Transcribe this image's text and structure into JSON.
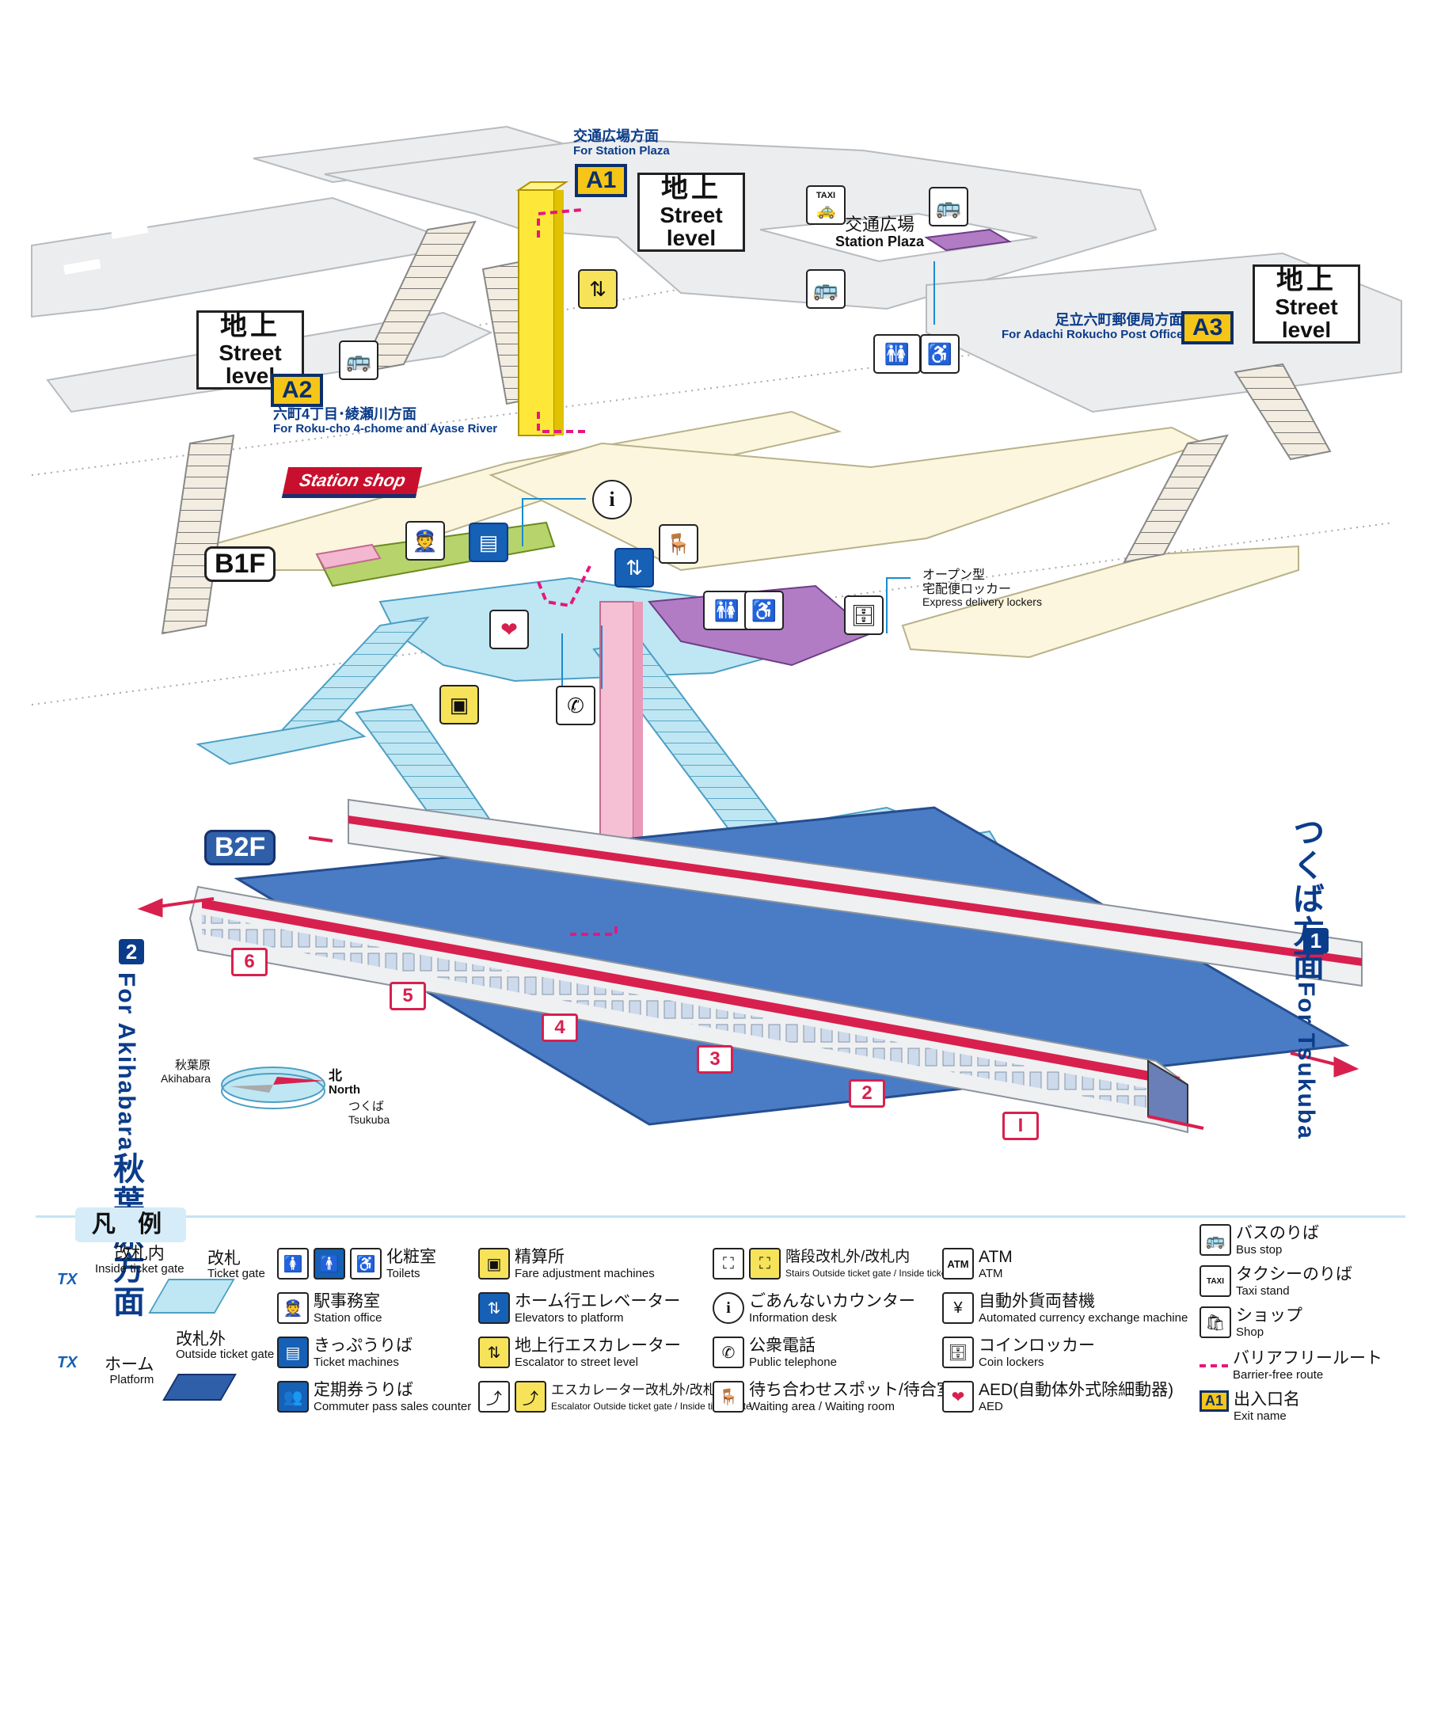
{
  "map": {
    "floors": {
      "b1f": "B1F",
      "b2f": "B2F"
    },
    "street_levels": [
      {
        "jp": "地上",
        "en": "Street level"
      },
      {
        "jp": "地上",
        "en": "Street level"
      },
      {
        "jp": "地上",
        "en": "Street level"
      }
    ],
    "exits": {
      "a1": {
        "name": "A1",
        "jp": "交通広場方面",
        "en": "For Station Plaza"
      },
      "a2": {
        "name": "A2",
        "jp": "六町4丁目･綾瀬川方面",
        "en": "For Roku-cho 4-chome and Ayase River"
      },
      "a3": {
        "name": "A3",
        "jp": "足立六町郵便局方面",
        "en": "For Adachi Rokucho Post Office"
      }
    },
    "station_plaza": {
      "jp": "交通広場",
      "en": "Station Plaza"
    },
    "station_shop": "Station shop",
    "lockers": {
      "jp1": "オープン型",
      "jp2": "宅配便ロッカー",
      "en": "Express delivery lockers"
    },
    "taxi_label": "TAXI",
    "direction_tsukuba": {
      "jp": "つくば方面",
      "en": "For Tsukuba",
      "num": "1"
    },
    "direction_akihabara": {
      "jp": "秋葉原方面",
      "en": "For Akihabara",
      "num": "2"
    },
    "compass": {
      "north_jp": "北",
      "north_en": "North",
      "akihabara_jp": "秋葉原",
      "akihabara_en": "Akihabara",
      "tsukuba_jp": "つくば",
      "tsukuba_en": "Tsukuba"
    },
    "car_numbers": [
      "6",
      "5",
      "4",
      "3",
      "2",
      "I"
    ]
  },
  "legend": {
    "title": "凡 例",
    "gate_inside": {
      "jp": "改札内",
      "en": "Inside ticket gate"
    },
    "gate": {
      "jp": "改札",
      "en": "Ticket gate"
    },
    "gate_outside": {
      "jp": "改札外",
      "en": "Outside ticket gate"
    },
    "platform": {
      "jp": "ホーム",
      "en": "Platform"
    },
    "tx_mark": "TX",
    "items": [
      {
        "jp": "化粧室",
        "en": "Toilets"
      },
      {
        "jp": "駅事務室",
        "en": "Station office"
      },
      {
        "jp": "きっぷうりば",
        "en": "Ticket machines"
      },
      {
        "jp": "定期券うりば",
        "en": "Commuter pass sales counter"
      },
      {
        "jp": "精算所",
        "en": "Fare adjustment machines"
      },
      {
        "jp": "ホーム行エレベーター",
        "en": "Elevators to platform"
      },
      {
        "jp": "地上行エスカレーター",
        "en": "Escalator to street level"
      },
      {
        "jp": "エスカレーター改札外/改札内",
        "en": "Escalator Outside ticket gate / Inside ticket gate"
      },
      {
        "jp": "階段改札外/改札内",
        "en": "Stairs Outside ticket gate / Inside ticket gate"
      },
      {
        "jp": "ごあんないカウンター",
        "en": "Information desk"
      },
      {
        "jp": "公衆電話",
        "en": "Public telephone"
      },
      {
        "jp": "待ち合わせスポット/待合室",
        "en": "Waiting area / Waiting room"
      },
      {
        "jp": "ATM",
        "en": "ATM"
      },
      {
        "jp": "自動外貨両替機",
        "en": "Automated currency exchange machine"
      },
      {
        "jp": "コインロッカー",
        "en": "Coin lockers"
      },
      {
        "jp": "AED(自動体外式除細動器)",
        "en": "AED"
      },
      {
        "jp": "バスのりば",
        "en": "Bus stop"
      },
      {
        "jp": "タクシーのりば",
        "en": "Taxi stand"
      },
      {
        "jp": "ショップ",
        "en": "Shop"
      },
      {
        "jp": "バリアフリールート",
        "en": "Barrier-free route"
      },
      {
        "jp": "出入口名",
        "en": "Exit name"
      }
    ],
    "icon_labels": {
      "atm": "ATM",
      "taxi": "TAXI",
      "exit_sample": "A1"
    }
  }
}
